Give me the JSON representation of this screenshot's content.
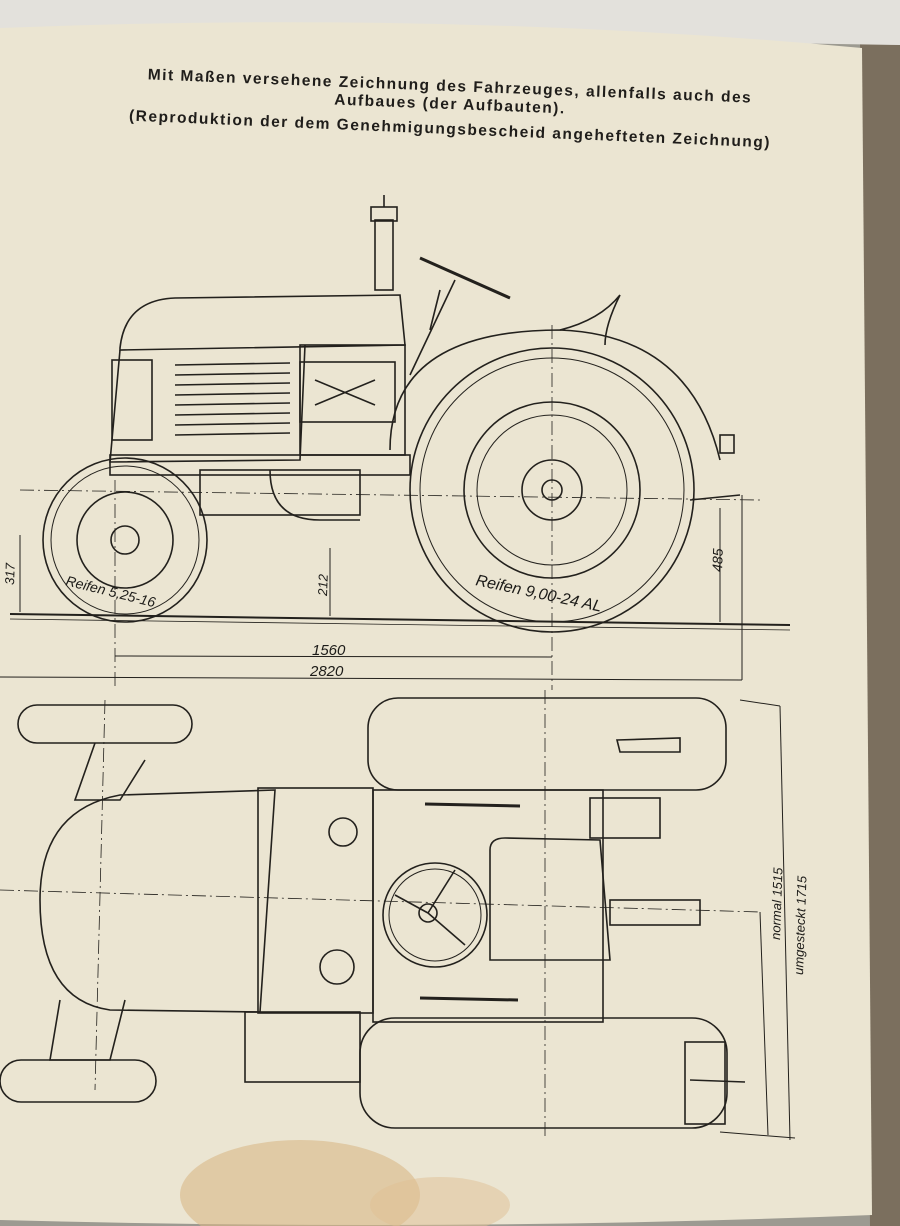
{
  "document": {
    "heading_line1": "Mit Maßen versehene Zeichnung des Fahrzeuges, allenfalls auch des",
    "heading_line2": "Aufbaues (der Aufbauten).",
    "heading_line3": "(Reproduktion der dem Genehmigungsbescheid angehefteten Zeichnung)"
  },
  "side_view": {
    "front_tire_label": "Reifen 5,25-16",
    "rear_tire_label": "Reifen 9,00-24 AL",
    "dim_front_height": "317",
    "dim_clearance": "212",
    "dim_hitch_height": "485",
    "dim_wheelbase": "1560",
    "dim_total_length": "2820"
  },
  "top_view": {
    "dim_track_normal": "normal 1515",
    "dim_track_extended": "umgesteckt 1715"
  },
  "colors": {
    "paper": "#ebe5d2",
    "ink": "#23211d",
    "stain": "#d9b787"
  }
}
